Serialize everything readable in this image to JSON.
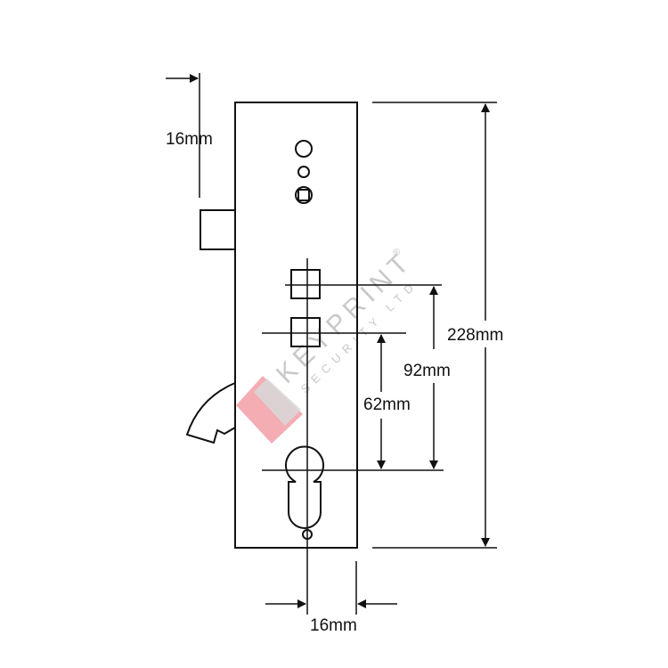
{
  "dimensions": {
    "top_offset": "16mm",
    "bottom_backset": "16mm",
    "overall_height": "228mm",
    "centre_92": "92mm",
    "centre_62": "62mm"
  },
  "watermark": {
    "brand": "KEYPRINT",
    "registered": "®",
    "subtitle": "SECURITY LTD",
    "logo_colors": [
      "#f2a0a6",
      "#cfcfcf"
    ]
  }
}
